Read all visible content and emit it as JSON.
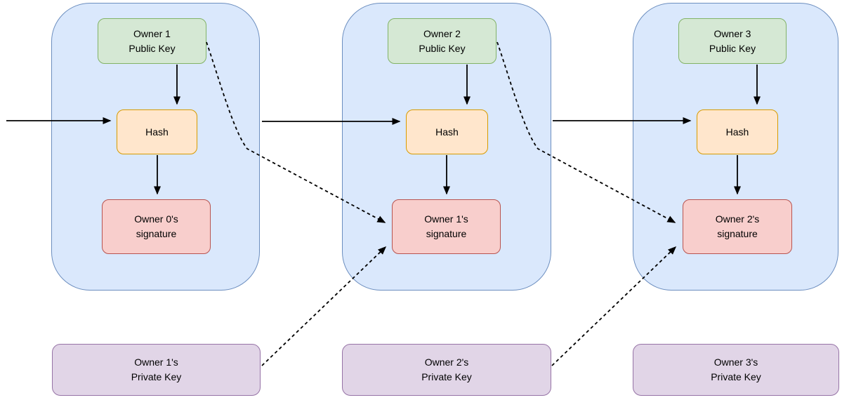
{
  "colors": {
    "canvas_bg": "#ffffff",
    "block_fill": "#dae8fc",
    "block_stroke": "#6c8ebf",
    "pubkey_fill": "#d5e8d4",
    "pubkey_stroke": "#82b366",
    "hash_fill": "#ffe6cc",
    "hash_stroke": "#d79b00",
    "sig_fill": "#f8cecc",
    "sig_stroke": "#b85450",
    "privkey_fill": "#e1d5e7",
    "privkey_stroke": "#9673a6",
    "arrow_color": "#000000",
    "text_color": "#000000"
  },
  "transactions": [
    {
      "public_key": {
        "line1": "Owner 1",
        "line2": "Public Key"
      },
      "hash": {
        "label": "Hash"
      },
      "signature": {
        "line1": "Owner 0's",
        "line2": "signature"
      }
    },
    {
      "public_key": {
        "line1": "Owner 2",
        "line2": "Public Key"
      },
      "hash": {
        "label": "Hash"
      },
      "signature": {
        "line1": "Owner 1's",
        "line2": "signature"
      }
    },
    {
      "public_key": {
        "line1": "Owner 3",
        "line2": "Public Key"
      },
      "hash": {
        "label": "Hash"
      },
      "signature": {
        "line1": "Owner 2's",
        "line2": "signature"
      }
    }
  ],
  "private_keys": [
    {
      "line1": "Owner 1's",
      "line2": "Private Key"
    },
    {
      "line1": "Owner 2's",
      "line2": "Private Key"
    },
    {
      "line1": "Owner 3's",
      "line2": "Private Key"
    }
  ]
}
